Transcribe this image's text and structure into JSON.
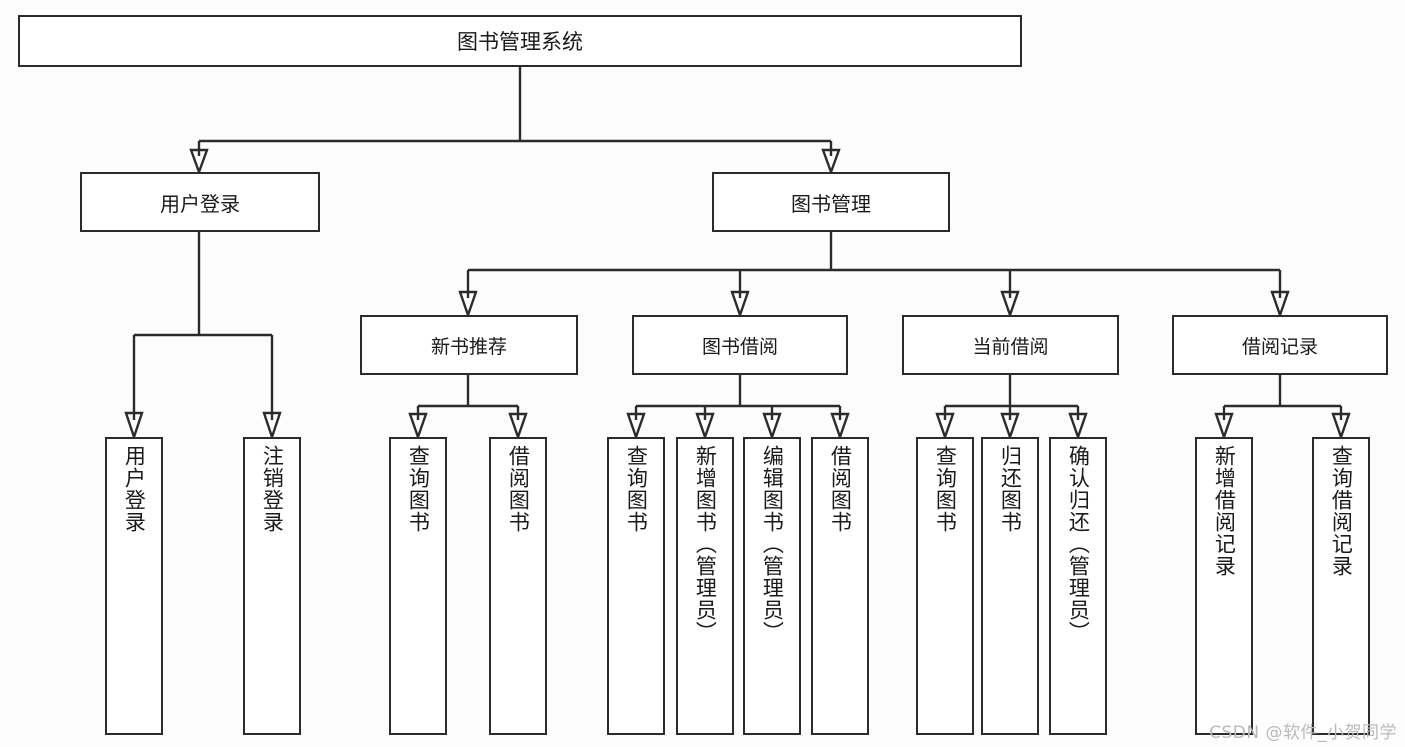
{
  "diagram": {
    "title": "图书管理系统",
    "type": "tree-hierarchy-diagram",
    "watermark": "CSDN @软件_小贺同学",
    "colors": {
      "background": "#fdfdfd",
      "node_fill": "#ffffff",
      "node_border": "#2b2b2b",
      "connector": "#2b2b2b",
      "text": "#1a1a1a",
      "watermark": "#b9b9b9"
    },
    "root": {
      "label": "图书管理系统"
    },
    "level1": [
      {
        "label": "用户登录"
      },
      {
        "label": "图书管理"
      }
    ],
    "level2": [
      {
        "label": "新书推荐"
      },
      {
        "label": "图书借阅"
      },
      {
        "label": "当前借阅"
      },
      {
        "label": "借阅记录"
      }
    ],
    "leaves": {
      "user_login": [
        {
          "label": "用户登录"
        },
        {
          "label": "注销登录"
        }
      ],
      "new_book_recommend": [
        {
          "label": "查询图书"
        },
        {
          "label": "借阅图书"
        }
      ],
      "book_borrow": [
        {
          "label": "查询图书"
        },
        {
          "label": "新增图书（管理员）"
        },
        {
          "label": "编辑图书（管理员）"
        },
        {
          "label": "借阅图书"
        }
      ],
      "current_borrow": [
        {
          "label": "查询图书"
        },
        {
          "label": "归还图书"
        },
        {
          "label": "确认归还（管理员）"
        }
      ],
      "borrow_record": [
        {
          "label": "新增借阅记录"
        },
        {
          "label": "查询借阅记录"
        }
      ]
    }
  }
}
